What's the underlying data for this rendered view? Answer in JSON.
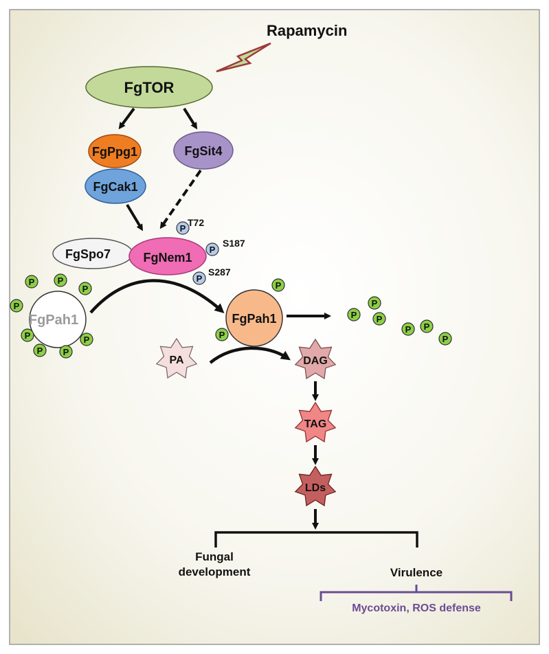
{
  "stimulus": {
    "label": "Rapamycin"
  },
  "proteins": {
    "tor": "FgTOR",
    "ppg1": "FgPpg1",
    "sit4": "FgSit4",
    "cak1": "FgCak1",
    "spo7": "FgSpo7",
    "nem1": "FgNem1",
    "pah1_phosphorylated": "FgPah1",
    "pah1_active": "FgPah1"
  },
  "phosphosites": {
    "site1": "T72",
    "site2": "S187",
    "site3": "S287"
  },
  "phospho_marker": "P",
  "lipids": {
    "pa": "PA",
    "dag": "DAG",
    "tag": "TAG",
    "lds": "LDs"
  },
  "outcomes": {
    "development_line1": "Fungal",
    "development_line2": "development",
    "virulence": "Virulence",
    "virulence_detail": "Mycotoxin, ROS defense"
  },
  "colors": {
    "tor": "#c3d99a",
    "ppg1": "#ef7d22",
    "sit4": "#a893c9",
    "cak1": "#6fa3dc",
    "nem1": "#f06cb4",
    "pah1_active": "#f8b98a",
    "phospho_green": "#8dcf46",
    "phospho_blue": "#b6cbe9",
    "pa": "#f5dede",
    "dag": "#e1a9a9",
    "tag": "#f08686",
    "lds": "#c45f5f",
    "bracket_purple": "#6a4c93"
  }
}
